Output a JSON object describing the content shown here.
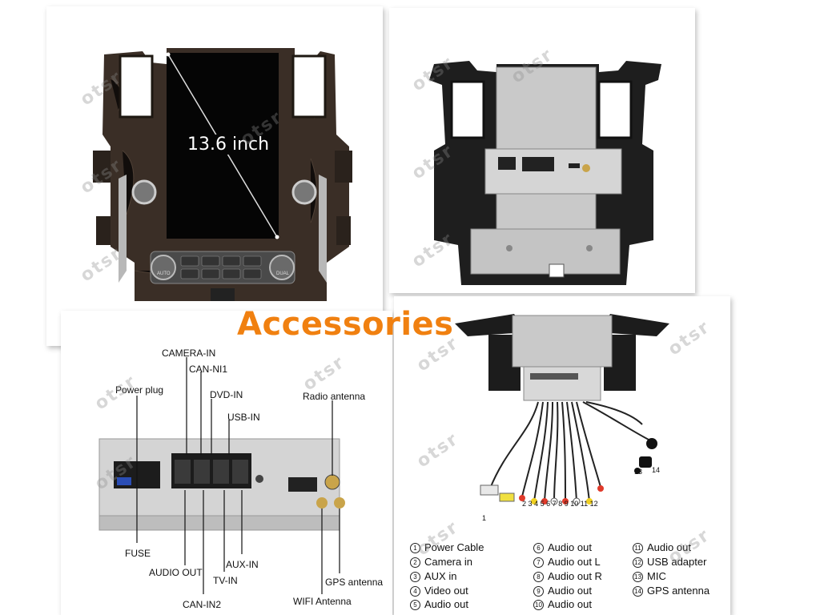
{
  "watermark": "otsr",
  "front_view": {
    "size_label": "13.6 inch",
    "knob_left": "AUTO",
    "knob_right": "DUAL"
  },
  "accessories_title": "Accessories",
  "ports": {
    "camera_in": "CAMERA-IN",
    "can_ni1": "CAN-NI1",
    "dvd_in": "DVD-IN",
    "usb_in": "USB-IN",
    "power_plug": "Power plug",
    "radio_antenna": "Radio antenna",
    "fuse": "FUSE",
    "audio_out": "AUDIO OUT",
    "tv_in": "TV-IN",
    "aux_in": "AUX-IN",
    "can_in2": "CAN-IN2",
    "gps_antenna": "GPS antenna",
    "wifi_antenna": "WIFI Antenna"
  },
  "cable_legend": [
    {
      "num": "1",
      "label": "Power Cable"
    },
    {
      "num": "2",
      "label": "Camera in"
    },
    {
      "num": "3",
      "label": "AUX in"
    },
    {
      "num": "4",
      "label": "Video out"
    },
    {
      "num": "5",
      "label": "Audio out"
    },
    {
      "num": "6",
      "label": "Audio out"
    },
    {
      "num": "7",
      "label": "Audio out L"
    },
    {
      "num": "8",
      "label": "Audio out R"
    },
    {
      "num": "9",
      "label": "Audio out"
    },
    {
      "num": "10",
      "label": "Audio out"
    },
    {
      "num": "11",
      "label": "Audio out"
    },
    {
      "num": "12",
      "label": "USB adapter"
    },
    {
      "num": "13",
      "label": "MIC"
    },
    {
      "num": "14",
      "label": "GPS antenna"
    }
  ],
  "cable_numbers_row": [
    "2",
    "3",
    "4",
    "5",
    "6",
    "7",
    "8",
    "9",
    "10",
    "11",
    "12",
    "13",
    "14"
  ],
  "cable_number_first": "1"
}
